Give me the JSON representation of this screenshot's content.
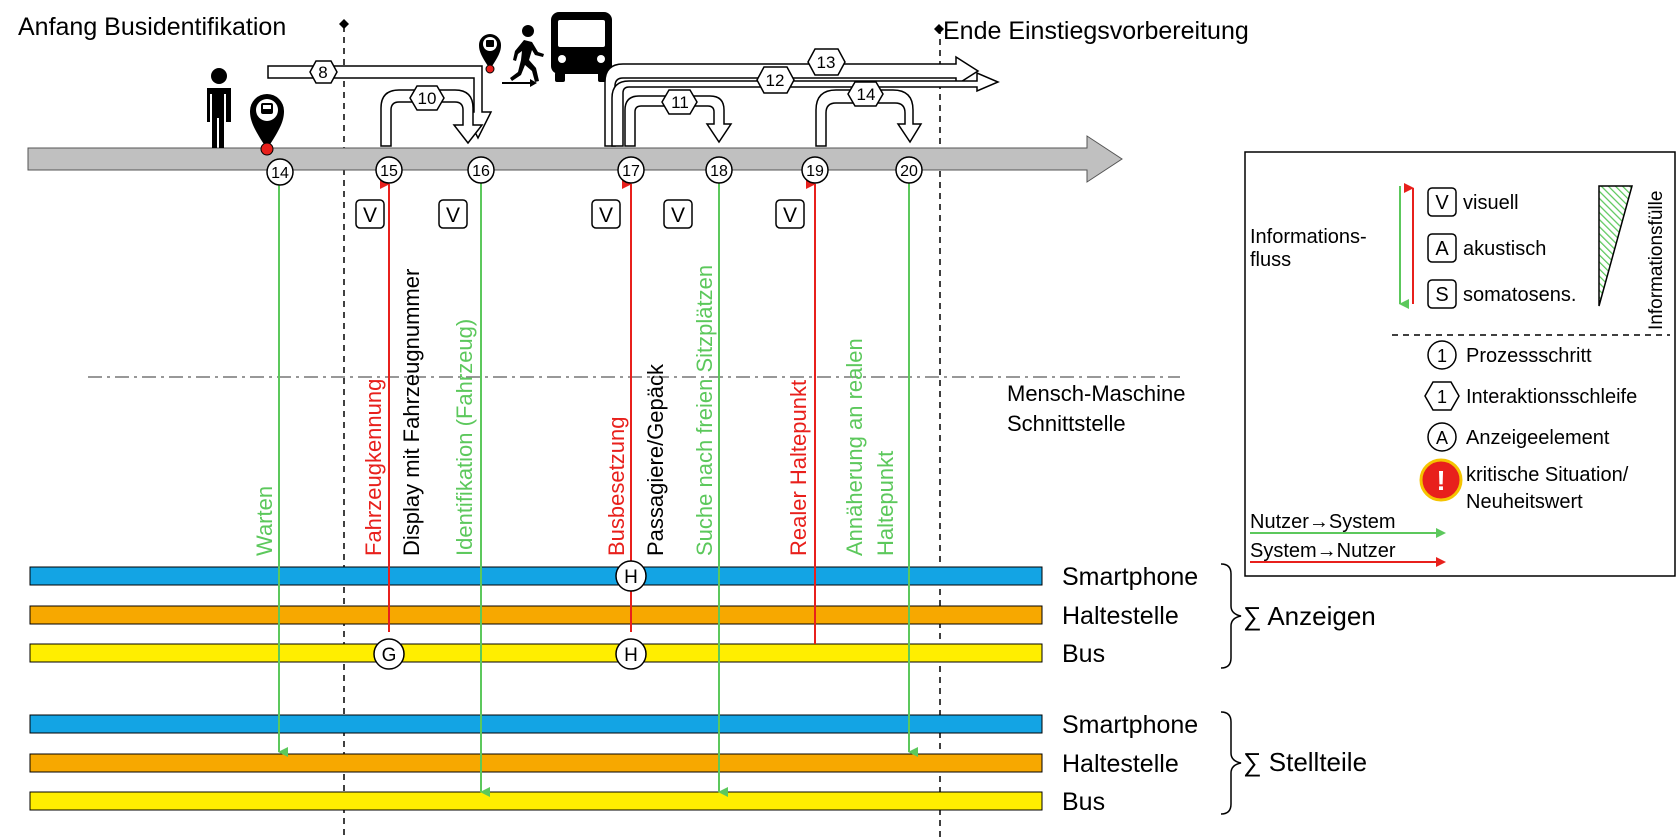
{
  "header": {
    "start_label": "Anfang Busidentifikation",
    "end_label": "Ende Einstiegsvorbereitung"
  },
  "timeline": {
    "steps": [
      "14",
      "15",
      "16",
      "17",
      "18",
      "19",
      "20"
    ]
  },
  "loops": [
    {
      "id": "8",
      "label": "8"
    },
    {
      "id": "10",
      "label": "10"
    },
    {
      "id": "11",
      "label": "11"
    },
    {
      "id": "12",
      "label": "12"
    },
    {
      "id": "13",
      "label": "13"
    },
    {
      "id": "14",
      "label": "14"
    }
  ],
  "mode_badges": [
    "V",
    "V",
    "V",
    "V",
    "V"
  ],
  "flows": [
    {
      "step": "14",
      "text": "Warten",
      "color": "#5cc85c"
    },
    {
      "step": "15",
      "text": "Fahrzeugkennung",
      "color": "#e8201c"
    },
    {
      "step": "15",
      "text": "Display mit Fahrzeugnummer",
      "color": "#000000"
    },
    {
      "step": "16",
      "text": "Identifikation (Fahrzeug)",
      "color": "#5cc85c"
    },
    {
      "step": "17",
      "text": "Busbesetzung",
      "color": "#e8201c"
    },
    {
      "step": "17",
      "text": "Passagiere/Gepäck",
      "color": "#000000"
    },
    {
      "step": "18",
      "text": "Suche nach freien Sitzplätzen",
      "color": "#5cc85c"
    },
    {
      "step": "19",
      "text": "Realer Haltepunkt",
      "color": "#e8201c"
    },
    {
      "step": "20",
      "text": "Annäherung an realen",
      "color": "#5cc85c"
    },
    {
      "step": "20",
      "text": "Haltepunkt",
      "color": "#5cc85c"
    }
  ],
  "hmi_label": {
    "line1": "Mensch-Maschine",
    "line2": "Schnittstelle"
  },
  "display_lanes": {
    "group_label": "∑ Anzeigen",
    "lanes": [
      {
        "label": "Smartphone",
        "color": "#13a4e4"
      },
      {
        "label": "Haltestelle",
        "color": "#f7a800"
      },
      {
        "label": "Bus",
        "color": "#ffee00"
      }
    ]
  },
  "control_lanes": {
    "group_label": "∑ Stellteile",
    "lanes": [
      {
        "label": "Smartphone",
        "color": "#13a4e4"
      },
      {
        "label": "Haltestelle",
        "color": "#f7a800"
      },
      {
        "label": "Bus",
        "color": "#ffee00"
      }
    ]
  },
  "display_elements": [
    "H",
    "G",
    "H"
  ],
  "legend": {
    "info_flow_line1": "Informations-",
    "info_flow_line2": "fluss",
    "modes": [
      {
        "badge": "V",
        "label": "visuell"
      },
      {
        "badge": "A",
        "label": "akustisch"
      },
      {
        "badge": "S",
        "label": "somatosens."
      }
    ],
    "info_fill_label": "Informationsfülle",
    "step_badge": "1",
    "step_label": "Prozessschritt",
    "loop_badge": "1",
    "loop_label": "Interaktionsschleife",
    "element_badge": "A",
    "element_label": "Anzeigeelement",
    "critical_badge": "!",
    "critical_line1": "kritische Situation/",
    "critical_line2": "Neuheitswert",
    "user_to_system": "Nutzer→System",
    "system_to_user": "System→Nutzer"
  },
  "colors": {
    "green": "#5cc85c",
    "red": "#e8201c",
    "blue": "#13a4e4",
    "orange": "#f7a800",
    "yellow": "#ffee00",
    "timeline_gray": "#c0c0c0",
    "critical_red": "#e8201c",
    "critical_ring": "#f5c400"
  },
  "icons": [
    "person-icon",
    "bus-stop-pin-icon",
    "walking-person-icon",
    "bus-icon"
  ]
}
